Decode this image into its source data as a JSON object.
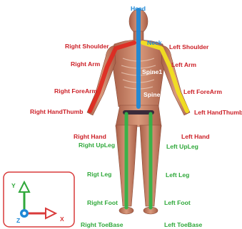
{
  "colors": {
    "arm_right": "#e0281f",
    "arm_left": "#f2e020",
    "spine": "#1e88d6",
    "legs": "#33b247",
    "label_red": "#cc2027",
    "label_blue": "#1e88d6",
    "label_green": "#2fa83a",
    "axes_box": "#d93a3a",
    "skin": "#c98567"
  },
  "labels": {
    "head": "Head",
    "neck": "Neck",
    "spine1": "Spine1",
    "spine": "Spine",
    "right_shoulder": "Right Shoulder",
    "left_shoulder": "Left Shoulder",
    "right_arm": "Right Arm",
    "left_arm": "Left Arm",
    "right_forearm": "Right ForeArm",
    "left_forearm": "Left ForeArm",
    "right_handthumb": "Right HandThumb",
    "left_handthumb": "Left HandThumb",
    "right_hand": "Right Hand",
    "left_hand": "Left Hand",
    "right_upleg": "Right UpLeg",
    "left_upleg": "Left UpLeg",
    "right_leg": "Rigt Leg",
    "left_leg": "Left Leg",
    "right_foot": "Right Foot",
    "left_foot": "Left Foot",
    "right_toebase": "Right ToeBase",
    "left_toebase": "Left ToeBase"
  },
  "axes": {
    "y_label": "Y",
    "z_label": "Z",
    "x_label": "X"
  }
}
